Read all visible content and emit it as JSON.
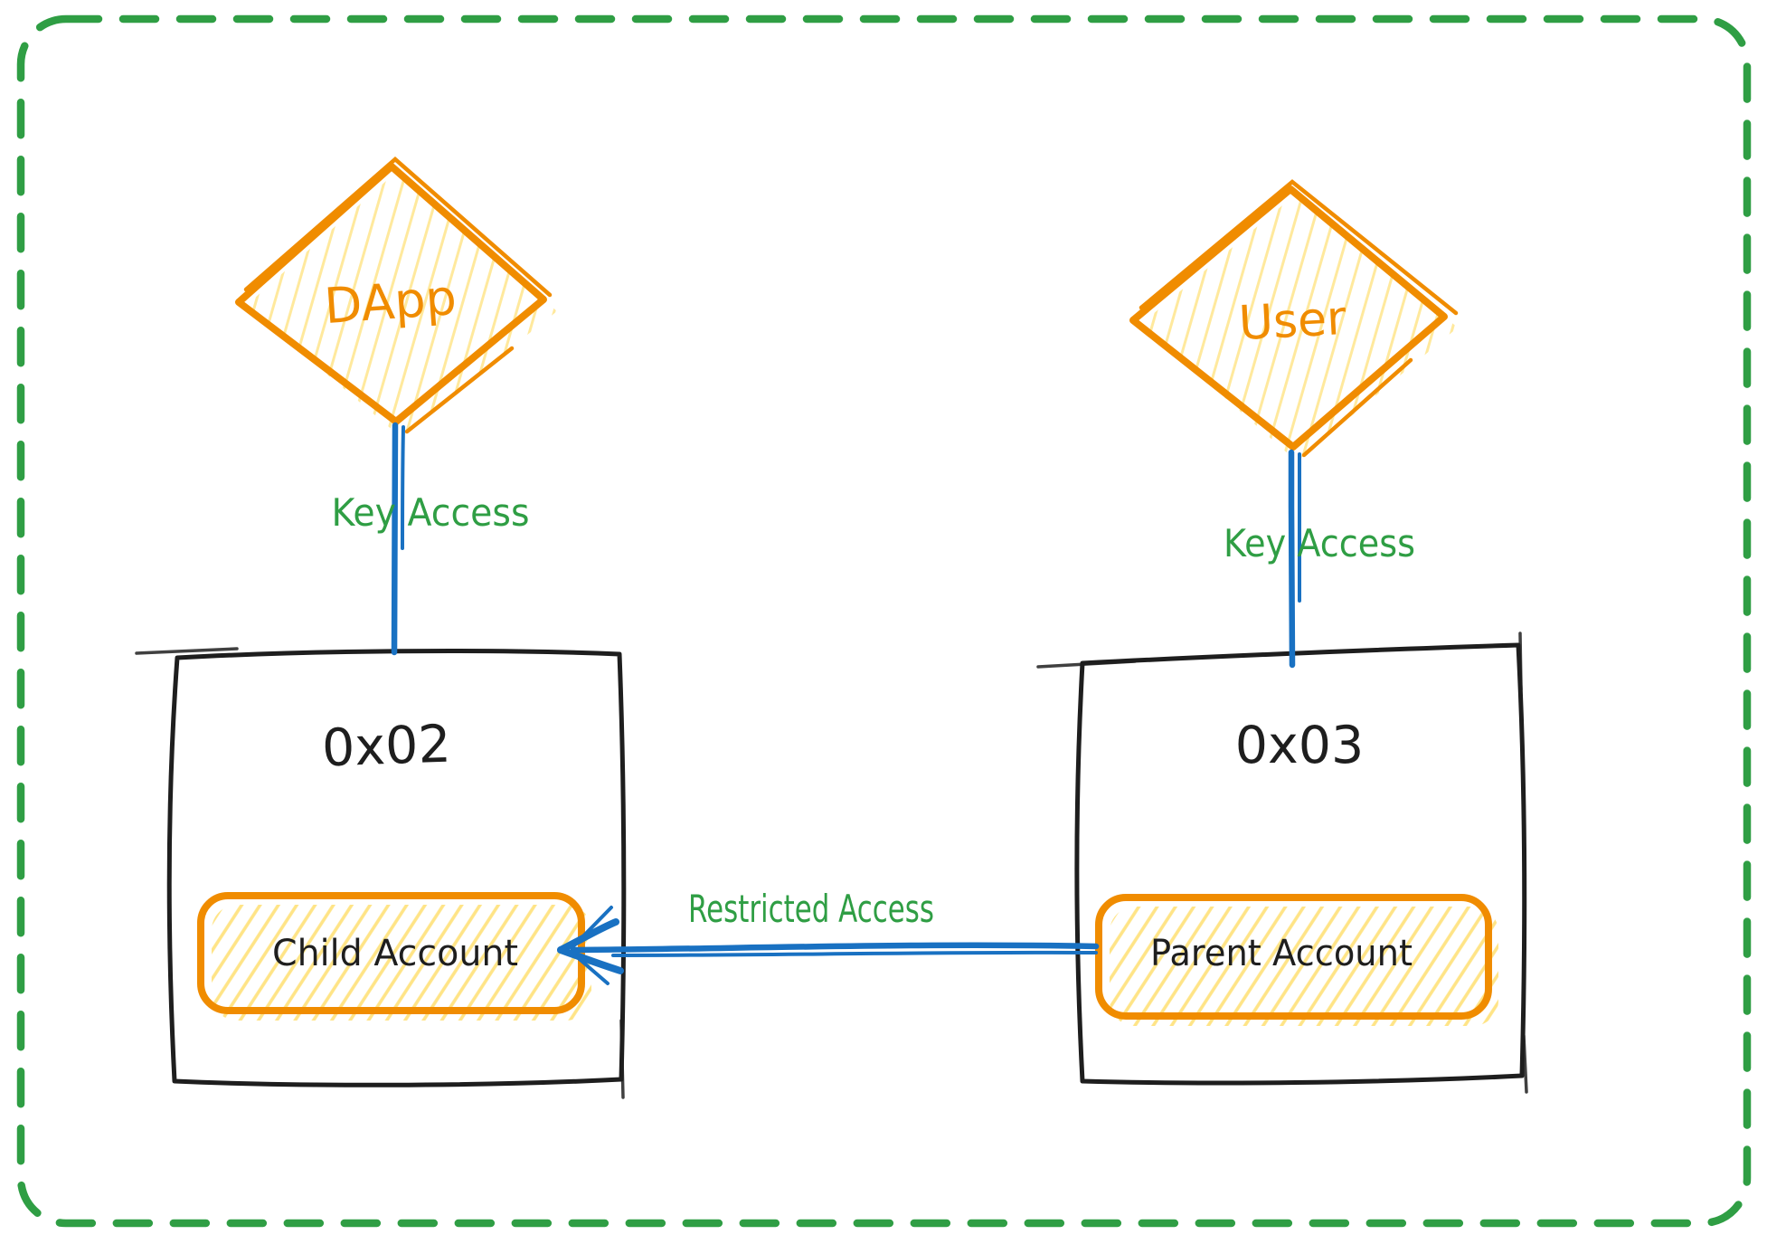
{
  "colors": {
    "orange": "#f08c00",
    "hatch": "#ffd43b",
    "green": "#2f9e44",
    "blue": "#1971c2",
    "ink": "#1e1e1e",
    "bg": "#ffffff"
  },
  "nodes": {
    "dapp": {
      "label": "DApp"
    },
    "user": {
      "label": "User"
    },
    "child_wallet": {
      "address": "0x02",
      "account_label": "Child Account"
    },
    "parent_wallet": {
      "address": "0x03",
      "account_label": "Parent Account"
    }
  },
  "edges": {
    "dapp_key": {
      "label": "Key Access"
    },
    "user_key": {
      "label": "Key Access"
    },
    "restricted": {
      "label": "Restricted Access"
    }
  }
}
